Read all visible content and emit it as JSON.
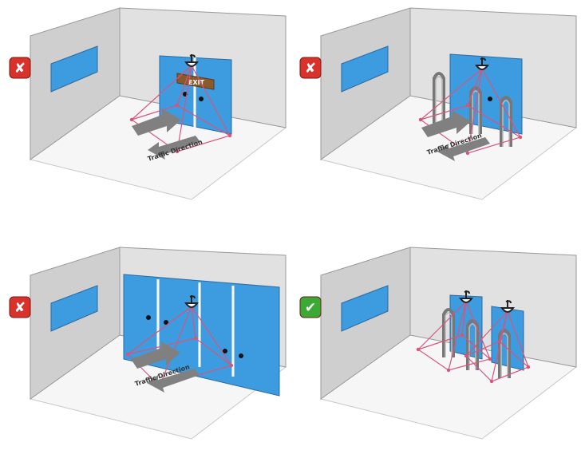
{
  "panels": [
    {
      "id": "exit-door-sign",
      "verdict": "incorrect",
      "verdict_mark": "✘",
      "sign_text": "EXIT",
      "traffic_label": "Traffic Direction",
      "elements": [
        "doorway",
        "exit-sign",
        "ceiling-camera",
        "traffic-arrows"
      ]
    },
    {
      "id": "security-gates",
      "verdict": "incorrect",
      "verdict_mark": "✘",
      "traffic_label": "Traffic Direction",
      "elements": [
        "doorway",
        "security-gates",
        "ceiling-camera",
        "traffic-arrows"
      ]
    },
    {
      "id": "wide-glass-entrance",
      "verdict": "incorrect",
      "verdict_mark": "✘",
      "traffic_label": "Traffic Direction",
      "elements": [
        "glass-panels",
        "ceiling-camera",
        "traffic-arrows"
      ]
    },
    {
      "id": "two-cameras-gates",
      "verdict": "correct",
      "verdict_mark": "✔",
      "elements": [
        "doorway",
        "security-gates",
        "ceiling-camera",
        "ceiling-camera"
      ]
    }
  ],
  "colors": {
    "incorrect_badge": "#d8322b",
    "correct_badge": "#3aa935",
    "glass": "#3d9be0",
    "wall_side": "#cfcfcf",
    "wall_back": "#e1e1e1",
    "floor": "#f6f6f6",
    "coverage_lines": "#d8557a",
    "arrow": "#808080",
    "exit_sign": "#8a5a2b"
  },
  "icons": {
    "incorrect": "cross-icon",
    "correct": "check-icon",
    "camera": "ceiling-camera-icon"
  }
}
